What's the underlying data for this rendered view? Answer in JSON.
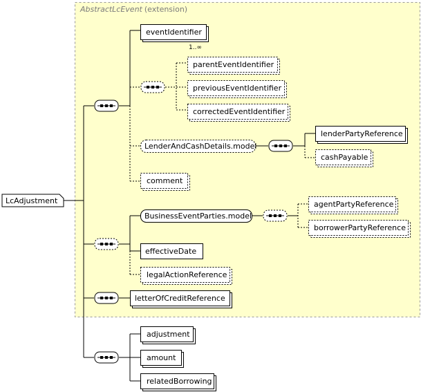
{
  "root": {
    "label": "LcAdjustment"
  },
  "extension": {
    "base": "AbstractLcEvent",
    "note": "(extension)"
  },
  "elements": {
    "eventIdentifier": "eventIdentifier",
    "eventIdentifierCardinality": "1..∞",
    "parentEventIdentifier": "parentEventIdentifier",
    "previousEventIdentifier": "previousEventIdentifier",
    "correctedEventIdentifier": "correctedEventIdentifier",
    "lenderAndCashDetails": "LenderAndCashDetails.model",
    "lenderPartyReference": "lenderPartyReference",
    "cashPayable": "cashPayable",
    "comment": "comment",
    "businessEventParties": "BusinessEventParties.model",
    "agentPartyReference": "agentPartyReference",
    "borrowerPartyReference": "borrowerPartyReference",
    "effectiveDate": "effectiveDate",
    "legalActionReference": "legalActionReference",
    "letterOfCreditReference": "letterOfCreditReference",
    "adjustment": "adjustment",
    "amount": "amount",
    "relatedBorrowing": "relatedBorrowing"
  }
}
